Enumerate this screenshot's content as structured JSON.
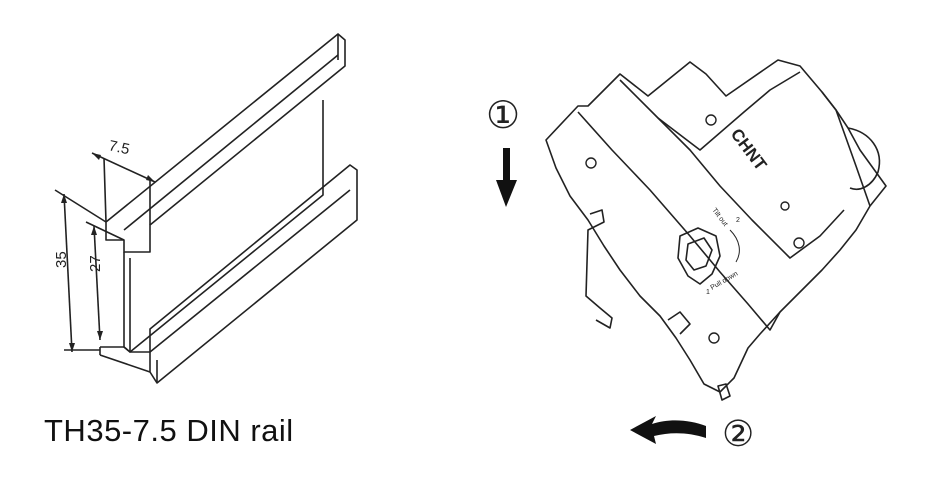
{
  "rail": {
    "caption": "TH35-7.5 DIN rail",
    "dim_top": "7.5",
    "dim_outer": "35",
    "dim_inner": "27"
  },
  "steps": {
    "step1": "①",
    "step2": "②"
  },
  "breaker": {
    "brand": "CHNT",
    "label_tilt": "Tilt out",
    "label_pull": "Pull down",
    "mark_1": "1",
    "mark_2": "2"
  },
  "colors": {
    "ink": "#222222",
    "paper": "#ffffff",
    "arrow": "#111111"
  }
}
